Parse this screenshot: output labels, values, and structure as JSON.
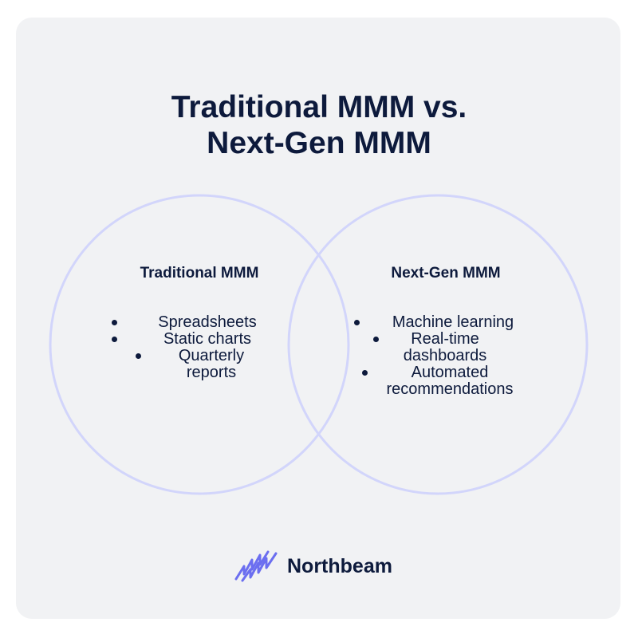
{
  "title": {
    "line1": "Traditional MMM vs.",
    "line2": "Next-Gen MMM"
  },
  "left_circle": {
    "heading": "Traditional MMM",
    "items": [
      "Spreadsheets",
      "Static charts",
      "Quarterly reports"
    ]
  },
  "right_circle": {
    "heading": "Next-Gen MMM",
    "items": [
      "Machine learning",
      "Real-time dashboards",
      "Automated recommendations"
    ]
  },
  "brand": {
    "name": "Northbeam",
    "logo_icon": "northbeam-logo-icon"
  },
  "colors": {
    "background": "#f1f2f4",
    "circle_stroke": "#d2d5fb",
    "text": "#0d1a3c",
    "logo_accent": "#6b6ef0"
  }
}
